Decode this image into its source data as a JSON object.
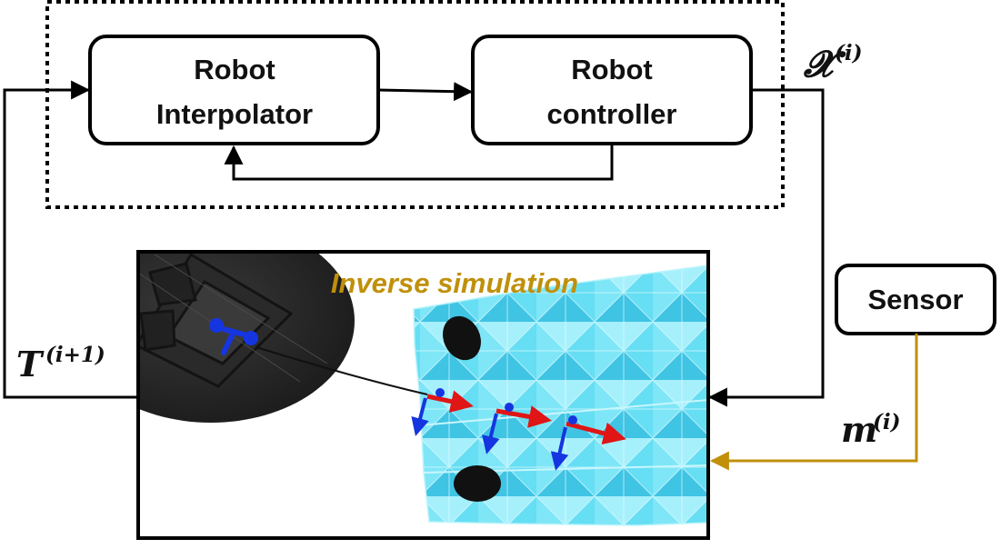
{
  "blocks": {
    "interpolator": {
      "line1": "Robot",
      "line2": "Interpolator"
    },
    "controller": {
      "line1": "Robot",
      "line2": "controller"
    },
    "sensor": {
      "label": "Sensor"
    }
  },
  "simulation": {
    "title": "Inverse simulation"
  },
  "signals": {
    "x": {
      "base": "𝓧",
      "sup": "(i)"
    },
    "t": {
      "base": "T",
      "sup": "(i+1)"
    },
    "m": {
      "base": "m",
      "sup": "(i)"
    }
  },
  "colors": {
    "line": "#000000",
    "sensor_line": "#c0900a",
    "sim_title": "#c0900a",
    "mesh": "#6fe3f5",
    "arrow_red": "#e01515",
    "arrow_blue": "#1535e0"
  }
}
